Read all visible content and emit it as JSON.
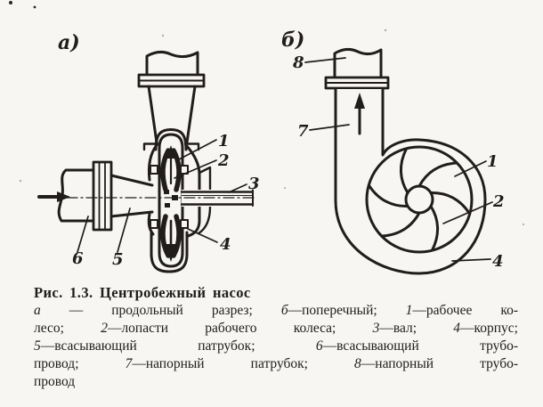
{
  "figure": {
    "caption_title": "Рис. 1.3. Центробежный насос",
    "caption_lines": [
      [
        {
          "t": "а",
          "i": true
        },
        {
          "t": " — продольный разрез; ",
          "i": false
        },
        {
          "t": "б",
          "i": true
        },
        {
          "t": "—поперечный; ",
          "i": false
        },
        {
          "t": "1",
          "i": true
        },
        {
          "t": "—рабочее ко-",
          "i": false
        }
      ],
      [
        {
          "t": "лесо; ",
          "i": false
        },
        {
          "t": "2",
          "i": true
        },
        {
          "t": "—лопасти рабочего колеса; ",
          "i": false
        },
        {
          "t": "3",
          "i": true
        },
        {
          "t": "—вал; ",
          "i": false
        },
        {
          "t": "4",
          "i": true
        },
        {
          "t": "—корпус;",
          "i": false
        }
      ],
      [
        {
          "t": "5",
          "i": true
        },
        {
          "t": "—всасывающий патрубок; ",
          "i": false
        },
        {
          "t": "6",
          "i": true
        },
        {
          "t": "—всасывающий трубо-",
          "i": false
        }
      ],
      [
        {
          "t": "провод; ",
          "i": false
        },
        {
          "t": "7",
          "i": true
        },
        {
          "t": "—напорный патрубок; ",
          "i": false
        },
        {
          "t": "8",
          "i": true
        },
        {
          "t": "—напорный трубо-",
          "i": false
        }
      ],
      [
        {
          "t": "провод",
          "i": false
        }
      ]
    ],
    "ink_color": "#201d1a",
    "paper_color": "#f7f6f2"
  },
  "diagram_a": {
    "label": "а)",
    "callouts": {
      "c1": "1",
      "c2": "2",
      "c3": "3",
      "c4": "4",
      "c5": "5",
      "c6": "6"
    }
  },
  "diagram_b": {
    "label": "б)",
    "callouts": {
      "c1": "1",
      "c2": "2",
      "c4": "4",
      "c7": "7",
      "c8": "8"
    }
  }
}
